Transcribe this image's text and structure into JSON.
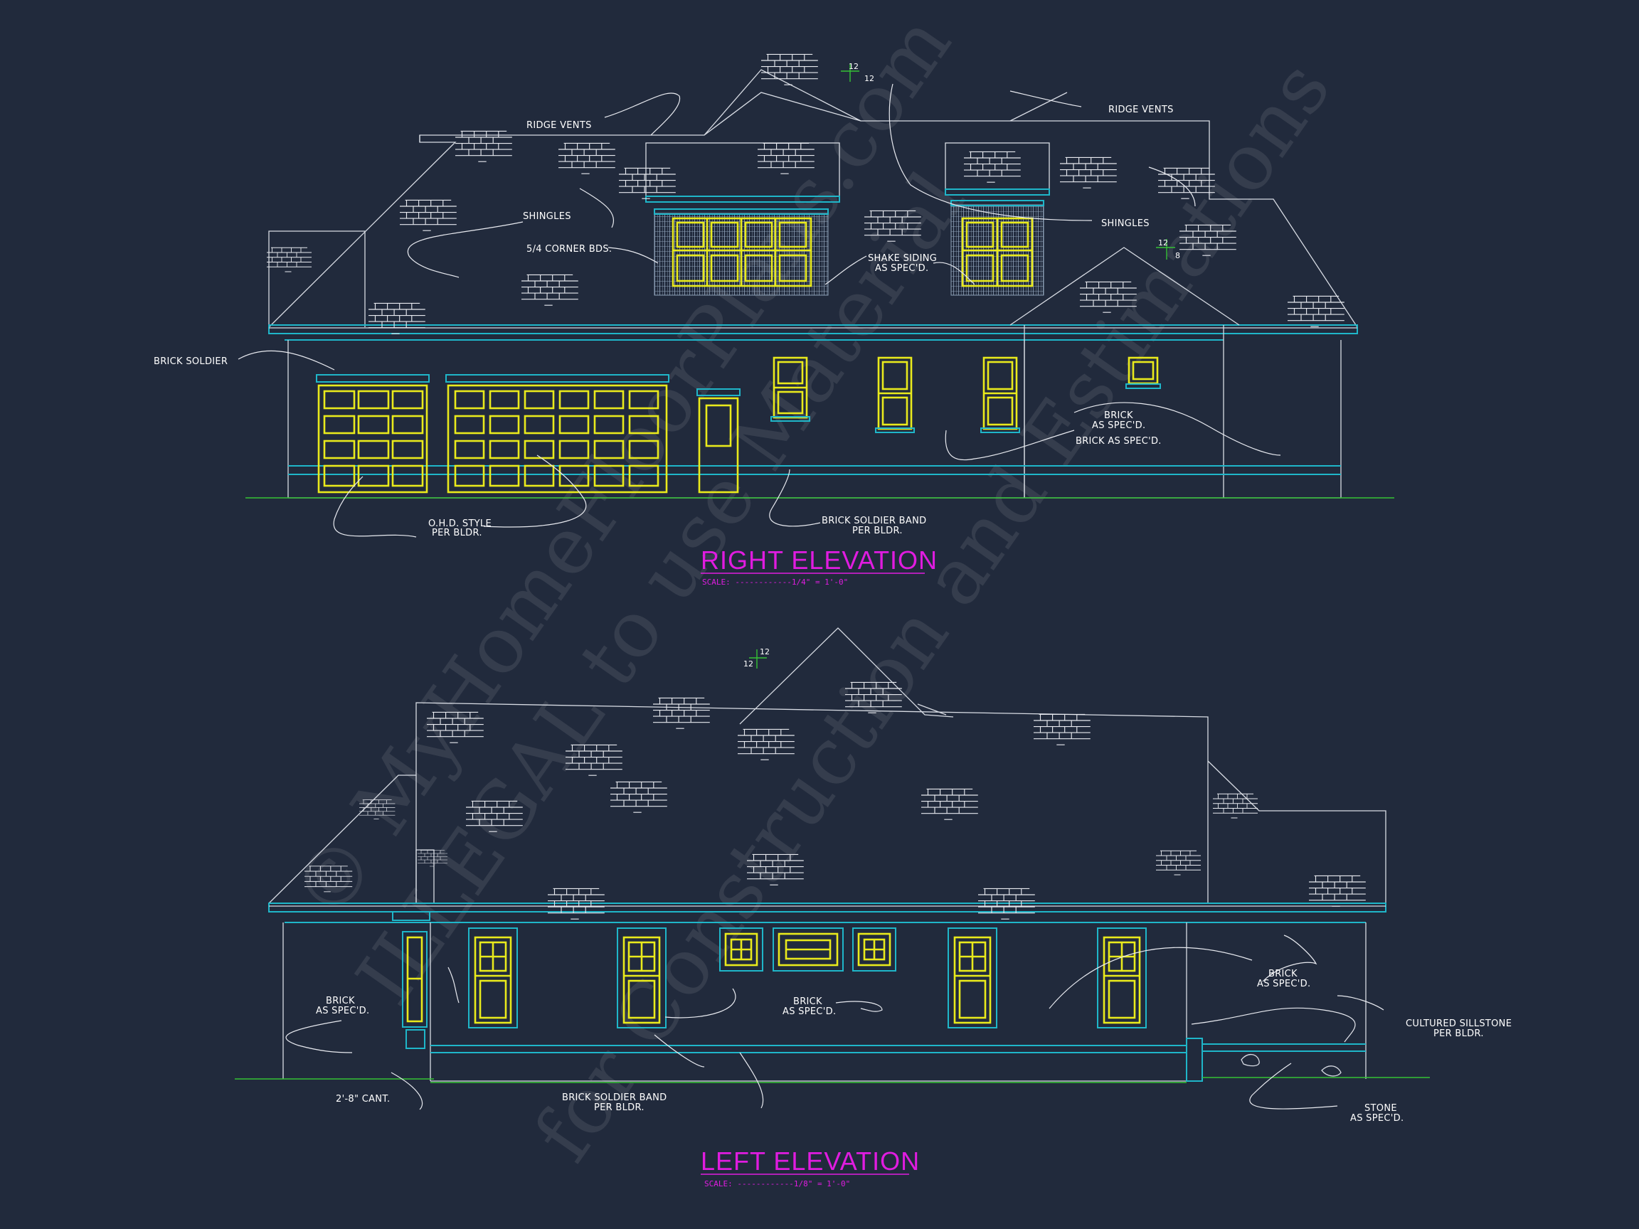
{
  "sheet": {
    "background": "#212a3c",
    "watermark": "© MyHomeFloorPlans.com ILLEGAL to use Material for Construction and Estimations"
  },
  "right_elevation": {
    "title": "RIGHT ELEVATION",
    "scale": "SCALE: ------------1/4\" = 1'-0\"",
    "slope_main": [
      "12",
      "12"
    ],
    "slope_gable": [
      "12",
      "8"
    ],
    "notes": {
      "ridge_vents_left": "RIDGE VENTS",
      "ridge_vents_right": "RIDGE VENTS",
      "shingles_left": "SHINGLES",
      "shingles_right": "SHINGLES",
      "corner_bds": "5/4 CORNER BDS.",
      "shake_siding_1": "SHAKE SIDING",
      "shake_siding_2": "AS SPEC'D.",
      "brick_soldier": "BRICK SOLDIER",
      "brick_1": "BRICK",
      "brick_2": "AS SPEC'D.",
      "brick_as_specd": "BRICK AS SPEC'D.",
      "ohd_1": "O.H.D. STYLE",
      "ohd_2": "PER BLDR.",
      "band_1": "BRICK SOLDIER BAND",
      "band_2": "PER BLDR."
    }
  },
  "left_elevation": {
    "title": "LEFT ELEVATION",
    "scale": "SCALE: ------------1/8\" = 1'-0\"",
    "slope": [
      "12",
      "12"
    ],
    "notes": {
      "brick_left_1": "BRICK",
      "brick_left_2": "AS SPEC'D.",
      "brick_mid_1": "BRICK",
      "brick_mid_2": "AS SPEC'D.",
      "brick_right_1": "BRICK",
      "brick_right_2": "AS SPEC'D.",
      "cant": "2'-8\" CANT.",
      "band_1": "BRICK SOLDIER BAND",
      "band_2": "PER BLDR.",
      "sillstone_1": "CULTURED SILLSTONE",
      "sillstone_2": "PER BLDR.",
      "stone_1": "STONE",
      "stone_2": "AS SPEC'D."
    }
  },
  "colors": {
    "line": "#d8dce4",
    "cyan": "#1fb6c9",
    "yellow": "#e9ea1c",
    "ground": "#35c235",
    "title": "#e01ce0"
  }
}
